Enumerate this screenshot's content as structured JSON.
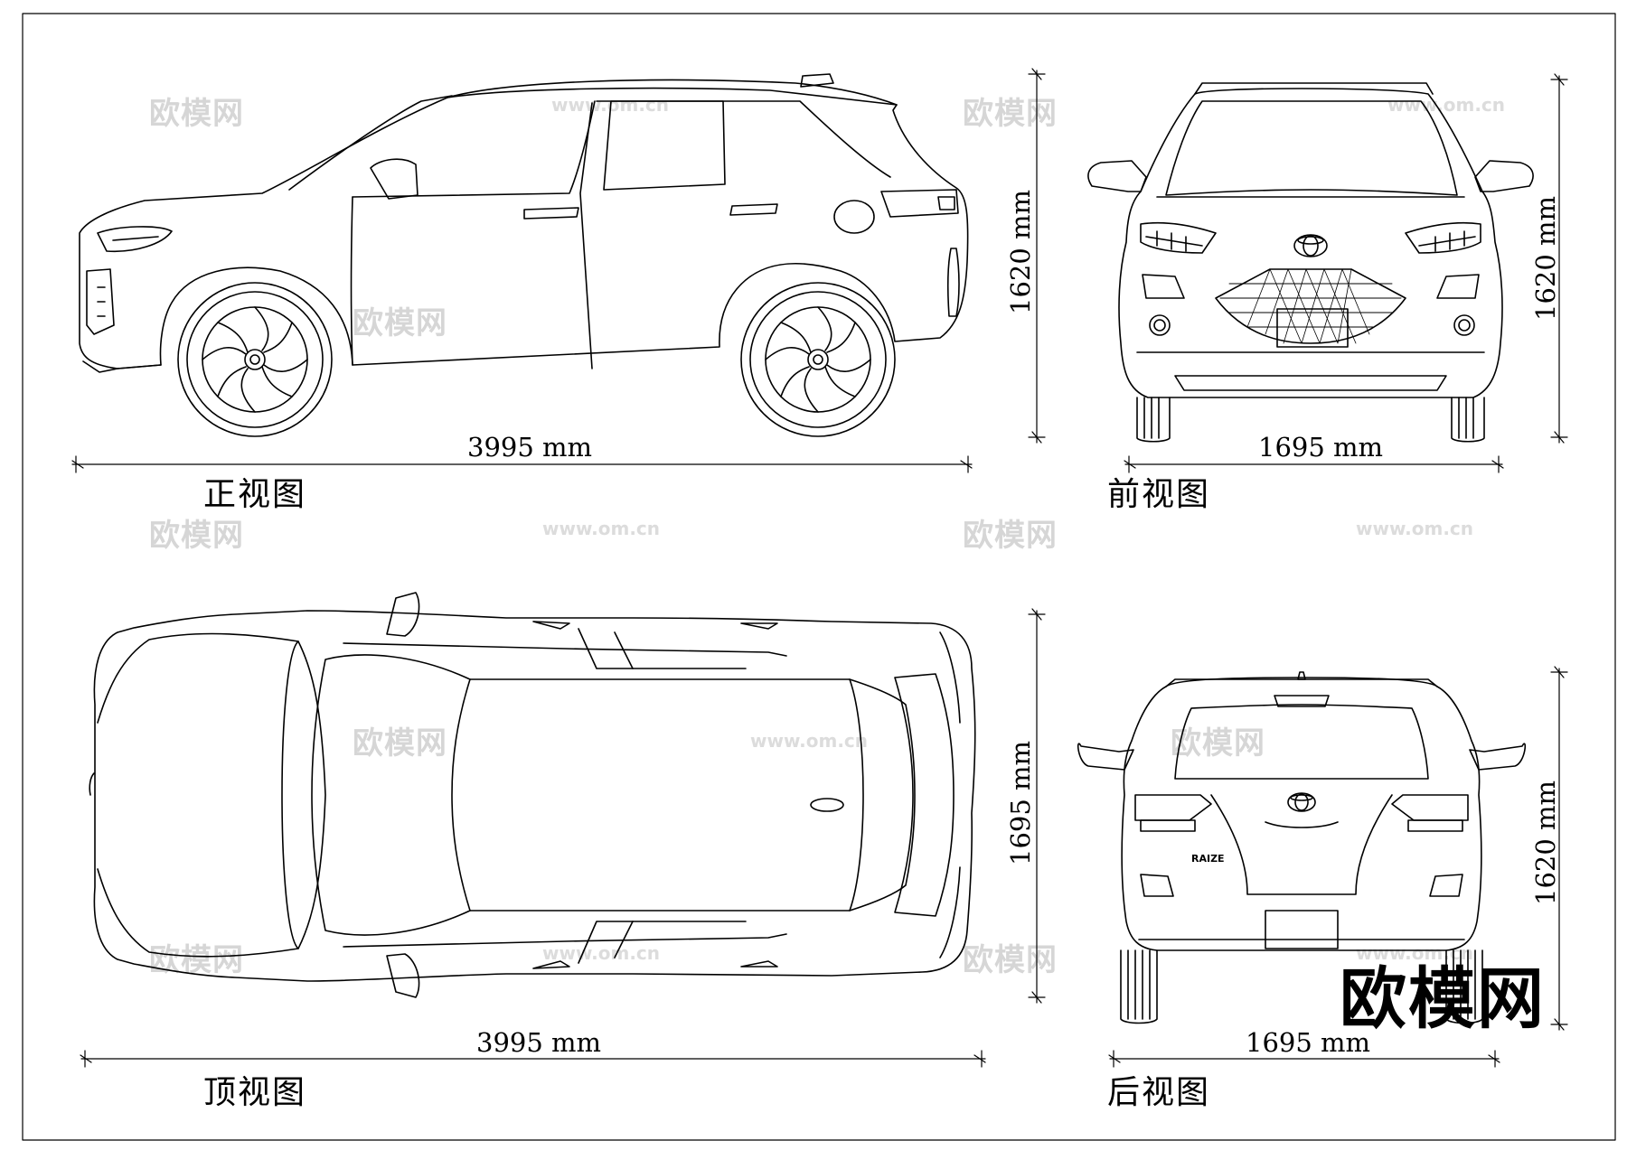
{
  "dimensions": {
    "side_length": "3995 mm",
    "side_height": "1620 mm",
    "front_width": "1695 mm",
    "front_height": "1620 mm",
    "top_length": "3995 mm",
    "top_width": "1695 mm",
    "rear_width": "1695 mm",
    "rear_height": "1620 mm"
  },
  "titles": {
    "side": "正视图",
    "front": "前视图",
    "top": "顶视图",
    "rear": "后视图"
  },
  "badge": "RAIZE",
  "watermark": {
    "logo": "欧模网",
    "url": "www.om.cn"
  },
  "brand_mark": "欧模网"
}
